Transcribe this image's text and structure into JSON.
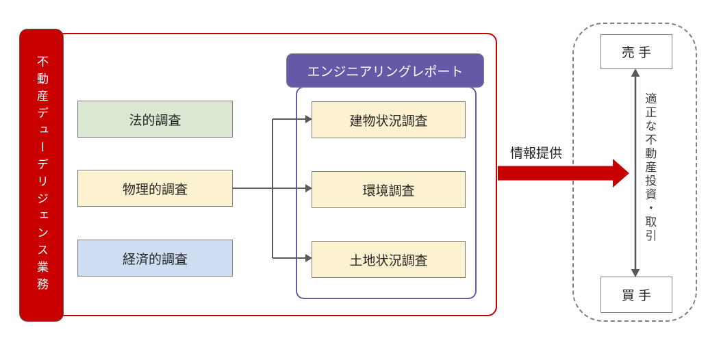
{
  "banner": {
    "label": "不動産デューデリジェンス業務"
  },
  "investigations": [
    {
      "label": "法的調査",
      "color": "#D9E7D3"
    },
    {
      "label": "物理的調査",
      "color": "#FDF2CF"
    },
    {
      "label": "経済的調査",
      "color": "#CFDDF2"
    }
  ],
  "engineering_report": {
    "title": "エンジニアリングレポート",
    "items": [
      {
        "label": "建物状況調査"
      },
      {
        "label": "環境調査"
      },
      {
        "label": "土地状況調査"
      }
    ]
  },
  "flow": {
    "label": "情報提供"
  },
  "market": {
    "seller_label": "売 手",
    "buyer_label": "買 手",
    "relation_label": "適正な不動産投資・取引"
  },
  "colors": {
    "accent_red": "#C80000",
    "report_purple": "#6558A7",
    "green_box": "#D9E7D3",
    "cream_box": "#FDF2CF",
    "blue_box": "#CFDDF2",
    "box_border_gray": "#7F7F7F",
    "connector_gray": "#595959"
  }
}
